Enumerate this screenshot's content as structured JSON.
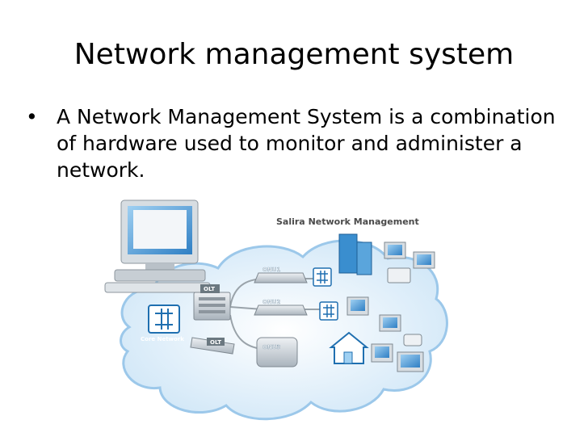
{
  "slide": {
    "title": "Network management system",
    "bullet_symbol": "•",
    "bullet_text": "A Network Management System is a combination of hardware used to monitor and administer a network."
  },
  "figure": {
    "banner": "Salira Network Management",
    "labels": {
      "onu1": "ONU1",
      "onu2": "ONU2",
      "onu3": "ONU3",
      "olt_top": "OLT",
      "olt_bottom": "OLT",
      "core_network": "Core Network"
    },
    "colors": {
      "cloud": "#dceefa",
      "cloud_edge": "#9cc8ea",
      "device": "#cfd6dc",
      "accent": "#1f6fb0",
      "banner": "#4a4a4a"
    }
  }
}
